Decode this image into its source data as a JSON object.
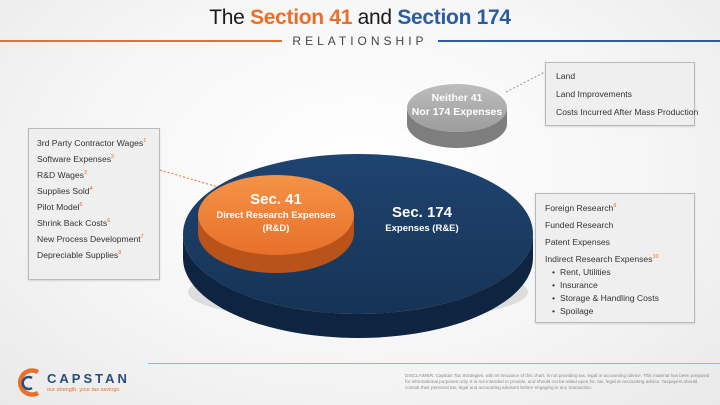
{
  "header": {
    "title_pre": "The",
    "title_s41": "Section 41",
    "title_and": "and",
    "title_s174": "Section 174",
    "subtitle": "RELATIONSHIP"
  },
  "ellipses": {
    "neither": {
      "line1": "Neither 41",
      "line2": "Nor 174 Expenses"
    },
    "sec41": {
      "title": "Sec. 41",
      "line1": "Direct Research Expenses",
      "line2": "(R&D)"
    },
    "sec174": {
      "title": "Sec. 174",
      "line1": "Expenses (R&E)"
    }
  },
  "left_box": {
    "items": [
      {
        "text": "3rd Party Contractor Wages",
        "note": "1"
      },
      {
        "text": "Software Expenses",
        "note": "2"
      },
      {
        "text": "R&D Wages",
        "note": "3"
      },
      {
        "text": "Supplies Sold",
        "note": "4"
      },
      {
        "text": "Pilot Model",
        "note": "5"
      },
      {
        "text": "Shrink Back Costs",
        "note": "6"
      },
      {
        "text": "New Process Development",
        "note": "7"
      },
      {
        "text": "Depreciable Supplies",
        "note": "8"
      }
    ]
  },
  "top_right_box": {
    "items": [
      "Land",
      "Land Improvements",
      "Costs Incurred After Mass Production"
    ]
  },
  "bottom_right_box": {
    "items": [
      {
        "text": "Foreign Research",
        "note": "9"
      },
      {
        "text": "Funded Research",
        "note": ""
      },
      {
        "text": "Patent Expenses",
        "note": ""
      },
      {
        "text": "Indirect Research Expenses",
        "note": "10"
      }
    ],
    "bullets": [
      "Rent, Utilities",
      "Insurance",
      "Storage & Handling Costs",
      "Spoilage"
    ]
  },
  "footer": {
    "brand": "CAPSTAN",
    "tagline": "our strength. your tax savings.",
    "disclaimer": "DISCLAIMER: Capstan Tax Strategies, with its issuance of this chart, is not providing tax, legal or accounting advice. This material has been prepared for informational purposes only. It is not intended to provide, and should not be relied upon for, tax, legal or accounting advice. Taxpayers should consult their personal tax, legal and accounting advisors before engaging in any transaction."
  },
  "colors": {
    "orange": "#e8702a",
    "blue": "#2b5c9e",
    "navy": "#163355",
    "gray": "#a6a6a6"
  }
}
